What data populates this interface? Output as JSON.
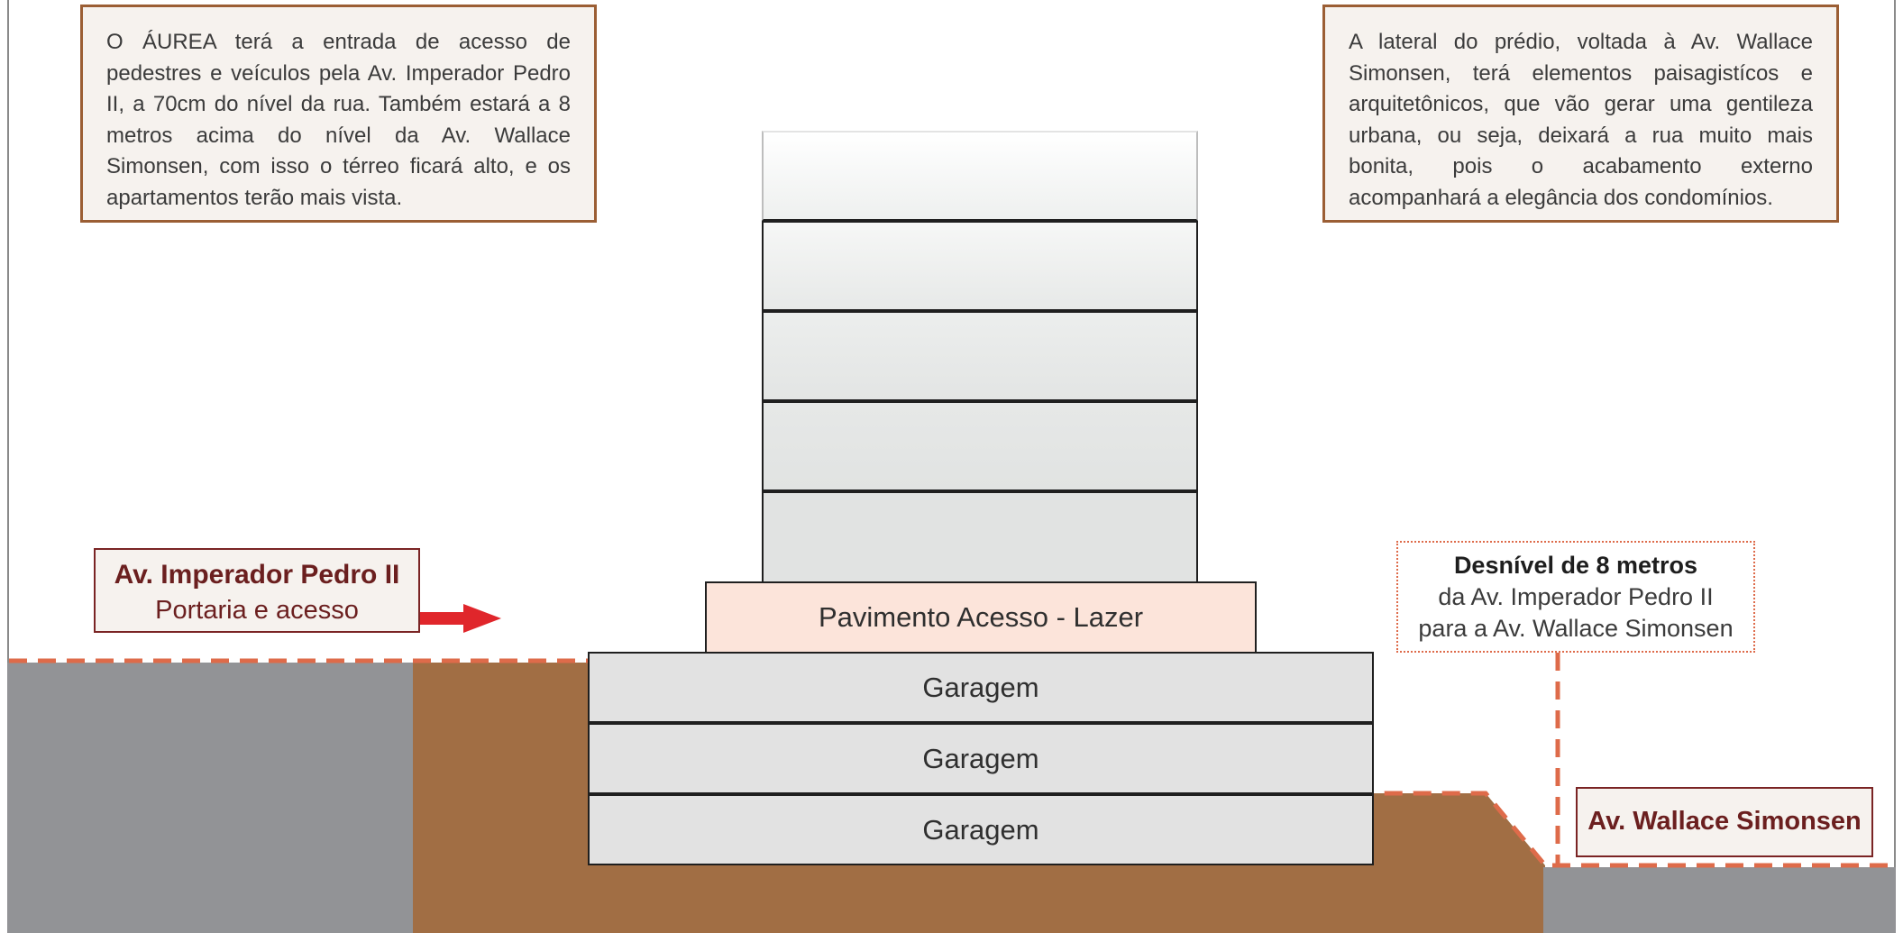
{
  "info_left": {
    "text": "O ÁUREA terá a entrada de acesso de pedestres e veículos pela Av. Imperador Pedro II, a 70cm do nível da rua. Também estará a 8 metros acima do nível da Av. Wallace Simonsen, com isso o térreo ficará alto, e os apartamentos terão mais vista."
  },
  "info_right": {
    "text": "A lateral do prédio, voltada à Av. Wallace Simonsen, terá elementos paisagistícos e arquitetônicos, que vão gerar uma gentileza urbana, ou seja, deixará a rua muito mais bonita, pois o acabamento externo acompanhará a elegância dos condomínios."
  },
  "label_imperador": {
    "title": "Av. Imperador Pedro II",
    "subtitle": "Portaria e acesso"
  },
  "label_wallace": {
    "title": "Av. Wallace Simonsen"
  },
  "desnivel": {
    "title": "Desnível de 8 metros",
    "line1": "da Av. Imperador Pedro II",
    "line2": "para a Av. Wallace Simonsen"
  },
  "building": {
    "upper_floors_count": 5,
    "lazer_label": "Pavimento Acesso - Lazer",
    "garages": [
      "Garagem",
      "Garagem",
      "Garagem"
    ]
  },
  "colors": {
    "soil": "#a16e44",
    "road": "#929396",
    "dashed_line": "#de6b4a",
    "arrow": "#e0262b",
    "label_text": "#6b1f1f",
    "box_border": "#9b5e34"
  }
}
